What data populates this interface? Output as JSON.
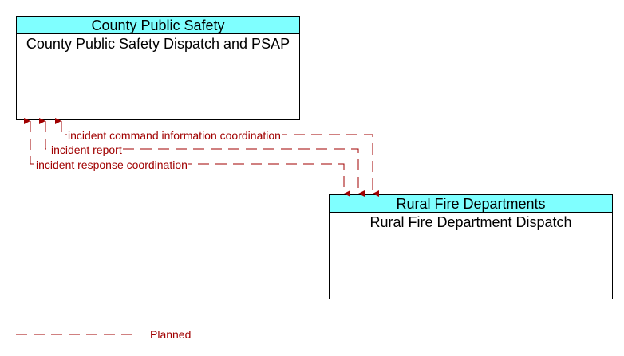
{
  "nodes": {
    "county": {
      "header": "County Public Safety",
      "name": "County Public Safety Dispatch and PSAP"
    },
    "rural": {
      "header": "Rural Fire Departments",
      "name": "Rural Fire Department Dispatch"
    }
  },
  "flows": [
    {
      "label": "incident command information coordination",
      "status": "Planned"
    },
    {
      "label": "incident report",
      "status": "Planned"
    },
    {
      "label": "incident response coordination",
      "status": "Planned"
    }
  ],
  "legend": {
    "planned_label": "Planned"
  },
  "colors": {
    "header_fill": "#7fffff",
    "flow_line": "#a00000",
    "border": "#000000"
  }
}
